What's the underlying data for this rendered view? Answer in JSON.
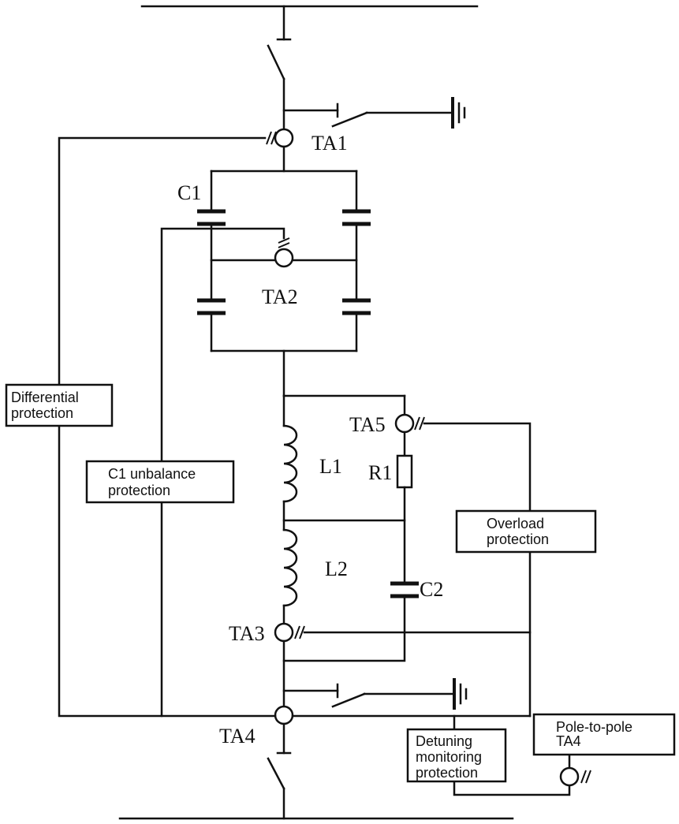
{
  "labels": {
    "ta1": "TA1",
    "c1": "C1",
    "ta2": "TA2",
    "ta5": "TA5",
    "r1": "R1",
    "l1": "L1",
    "l2": "L2",
    "c2": "C2",
    "ta3": "TA3",
    "ta4": "TA4"
  },
  "boxes": {
    "differential": [
      "Differential",
      "protection"
    ],
    "c1_unbalance": [
      "C1 unbalance",
      "protection"
    ],
    "overload": [
      "Overload",
      "protection"
    ],
    "detuning": [
      "Detuning",
      "monitoring",
      "protection"
    ],
    "pole_to_pole": [
      "Pole-to-pole",
      "TA4"
    ]
  }
}
